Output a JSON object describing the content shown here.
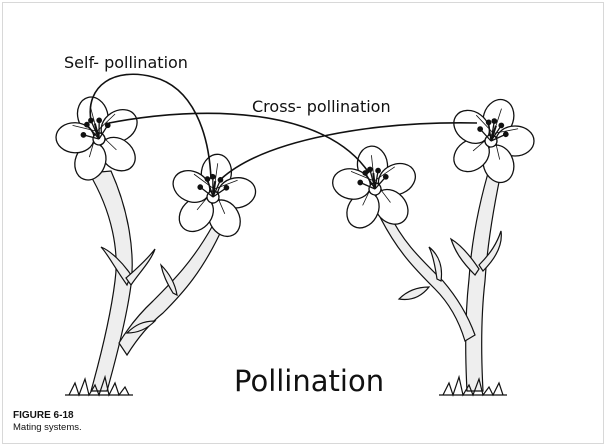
{
  "diagram": {
    "labels": {
      "self_pollination": "Self- pollination",
      "cross_pollination": "Cross- pollination",
      "title": "Pollination"
    },
    "caption": {
      "figure_number": "FIGURE 6-18",
      "text": "Mating systems."
    },
    "colors": {
      "ink": "#111111",
      "flower_fill": "#ffffff",
      "stem_fill": "#eeeeee",
      "background": "#ffffff"
    }
  }
}
